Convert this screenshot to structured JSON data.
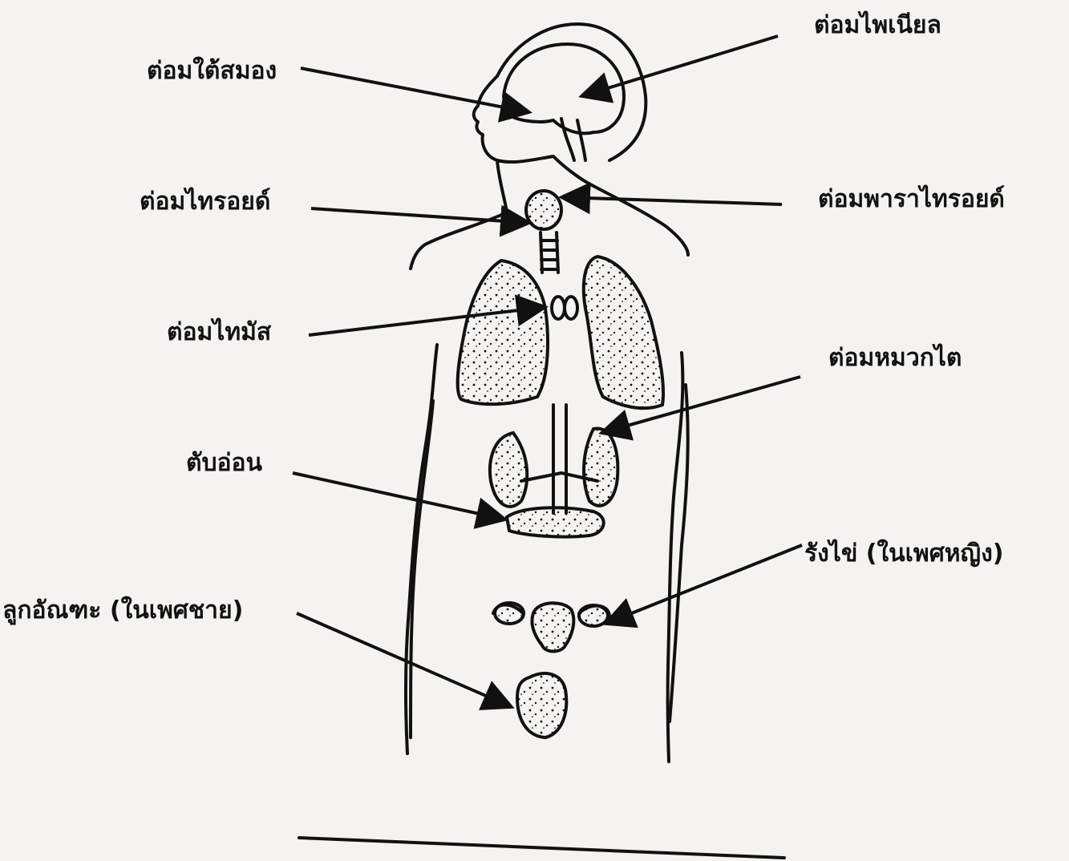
{
  "labels": {
    "pituitary": "ต่อมใต้สมอง",
    "pineal": "ต่อมไพเนียล",
    "thyroid": "ต่อมไทรอยด์",
    "parathyroid": "ต่อมพาราไทรอยด์",
    "thymus": "ต่อมไทมัส",
    "adrenal": "ต่อมหมวกไต",
    "pancreas": "ตับอ่อน",
    "ovary": "รังไข่ (ในเพศหญิง)",
    "testis": "ลูกอัณฑะ (ในเพศชาย)"
  },
  "colors": {
    "ink": "#111111",
    "paper": "#f4f3ef"
  }
}
